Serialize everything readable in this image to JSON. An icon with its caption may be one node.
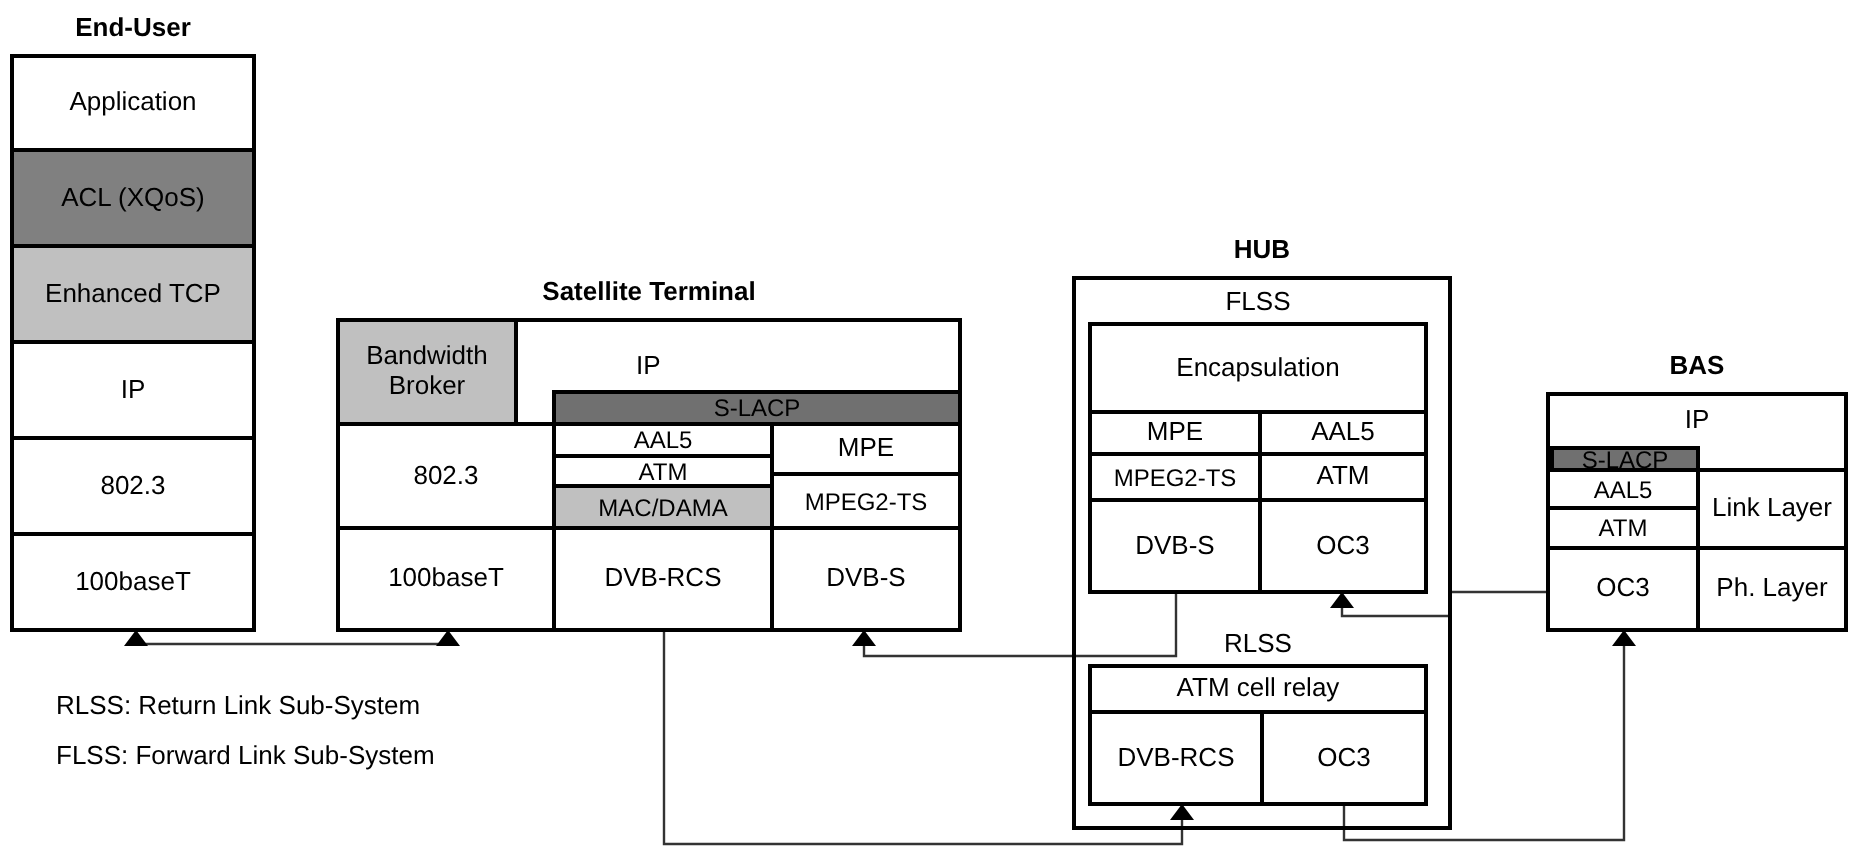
{
  "diagram": {
    "nodes": [
      {
        "text": [
          "End-User"
        ]
      },
      {
        "text": [
          "Application"
        ],
        "in": 0
      },
      {
        "text": [
          "ACL (XQoS)"
        ],
        "in": 0
      },
      {
        "text": [
          "Enhanced TCP"
        ],
        "in": 0
      },
      {
        "text": [
          "IP"
        ],
        "in": 0
      },
      {
        "text": [
          "802.3"
        ],
        "in": 0
      },
      {
        "text": [
          "100baseT"
        ],
        "in": 0
      },
      {
        "text": [
          "Satellite Terminal"
        ]
      },
      {
        "text": [
          "Bandwidth Broker"
        ],
        "in": 7
      },
      {
        "text": [
          "IP"
        ],
        "in": 7
      },
      {
        "text": [
          "S-LACP"
        ],
        "in": 9
      },
      {
        "text": [
          "802.3"
        ],
        "in": 7
      },
      {
        "text": [
          "AAL5"
        ],
        "in": 7
      },
      {
        "text": [
          "ATM"
        ],
        "in": 7
      },
      {
        "text": [
          "MAC/DAMA"
        ],
        "in": 7
      },
      {
        "text": [
          "MPE"
        ],
        "in": 7
      },
      {
        "text": [
          "MPEG2-TS"
        ],
        "in": 7
      },
      {
        "text": [
          "100baseT"
        ],
        "in": 7
      },
      {
        "text": [
          "DVB-RCS"
        ],
        "in": 7
      },
      {
        "text": [
          "DVB-S"
        ],
        "in": 7
      },
      {
        "text": [
          "HUB"
        ]
      },
      {
        "text": [
          "FLSS"
        ],
        "in": 20
      },
      {
        "text": [
          "Encapsulation"
        ],
        "in": 21
      },
      {
        "text": [
          "MPE"
        ],
        "in": 21
      },
      {
        "text": [
          "AAL5"
        ],
        "in": 21
      },
      {
        "text": [
          "MPEG2-TS"
        ],
        "in": 21
      },
      {
        "text": [
          "ATM"
        ],
        "in": 21
      },
      {
        "text": [
          "DVB-S"
        ],
        "in": 21
      },
      {
        "text": [
          "OC3"
        ],
        "in": 21
      },
      {
        "text": [
          "RLSS"
        ],
        "in": 20
      },
      {
        "text": [
          "ATM cell relay"
        ],
        "in": 29
      },
      {
        "text": [
          "DVB-RCS"
        ],
        "in": 29
      },
      {
        "text": [
          "OC3"
        ],
        "in": 29
      },
      {
        "text": [
          "BAS"
        ]
      },
      {
        "text": [
          "IP"
        ],
        "in": 33
      },
      {
        "text": [
          "S-LACP"
        ],
        "in": 34
      },
      {
        "text": [
          "AAL5"
        ],
        "in": 33
      },
      {
        "text": [
          "ATM"
        ],
        "in": 33
      },
      {
        "text": [
          "Link Layer"
        ],
        "in": 33
      },
      {
        "text": [
          "OC3"
        ],
        "in": 33
      },
      {
        "text": [
          "Ph. Layer"
        ],
        "in": 33
      }
    ],
    "edges": [
      {
        "from": 6,
        "to": 17,
        "arrow": "both"
      },
      {
        "from": 18,
        "to": 31,
        "arrow": "to"
      },
      {
        "from": 27,
        "to": 19,
        "arrow": "to"
      },
      {
        "from": 32,
        "to": 39,
        "arrow": "to"
      },
      {
        "from": 39,
        "to": 28,
        "arrow": "to"
      }
    ],
    "labels": [
      "RLSS: Return Link Sub-System",
      "FLSS: Forward Link Sub-System"
    ]
  }
}
